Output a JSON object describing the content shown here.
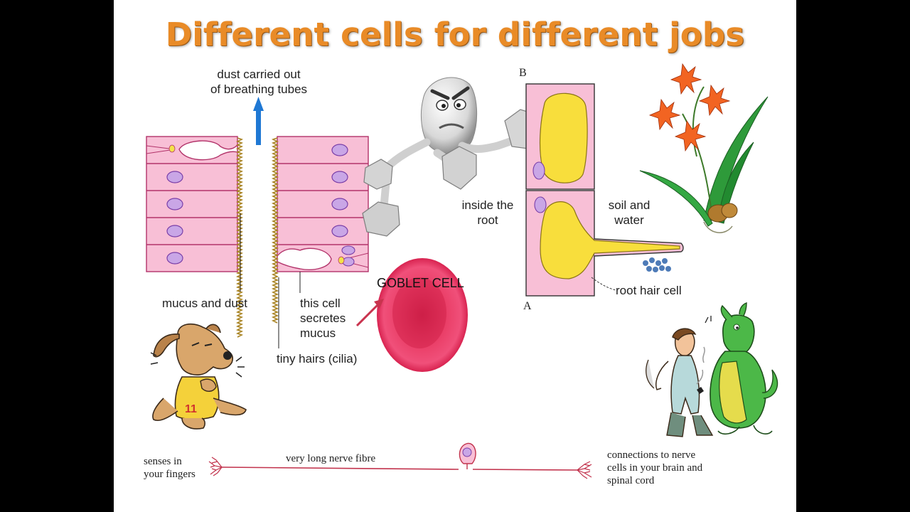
{
  "title": "Different cells for different jobs",
  "labels": {
    "dust_carried_1": "dust carried out",
    "dust_carried_2": "of breathing tubes",
    "mucus_and_dust": "mucus and dust",
    "this_cell_1": "this cell",
    "this_cell_2": "secretes",
    "this_cell_3": "mucus",
    "tiny_hairs": "tiny hairs (cilia)",
    "goblet_cell": "GOBLET CELL",
    "b_marker": "B",
    "a_marker": "A",
    "inside_root_1": "inside the",
    "inside_root_2": "root",
    "soil_water_1": "soil and",
    "soil_water_2": "water",
    "root_hair_cell": "root hair cell",
    "senses_1": "senses in",
    "senses_2": "your fingers",
    "nerve_fibre": "very long nerve fibre",
    "connections_1": "connections to nerve",
    "connections_2": "cells in your brain and",
    "connections_3": "spinal cord",
    "dog_shirt_number": "11"
  },
  "colors": {
    "title": "#E98B27",
    "cell_pink": "#F8BFD6",
    "cell_outline": "#B2336A",
    "nucleus": "#C9A6E6",
    "cilia": "#A88322",
    "arrow_blue": "#1F78D4",
    "vacuole_yellow": "#F8DE3C",
    "blood_cell_red": "#E22752"
  },
  "icons": [
    "strongman-character",
    "orchid-plant",
    "coughing-dog",
    "dragon-and-man"
  ]
}
